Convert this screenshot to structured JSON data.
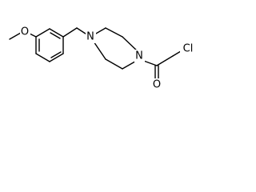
{
  "molecule": {
    "atoms": [
      {
        "id": "O1",
        "label": "O"
      },
      {
        "id": "N1",
        "label": "N"
      },
      {
        "id": "N2",
        "label": "N"
      },
      {
        "id": "O2",
        "label": "O"
      },
      {
        "id": "Cl",
        "label": "Cl"
      }
    ]
  },
  "colors": {
    "bond": "#000000",
    "label": "#000000",
    "background": "#ffffff"
  }
}
